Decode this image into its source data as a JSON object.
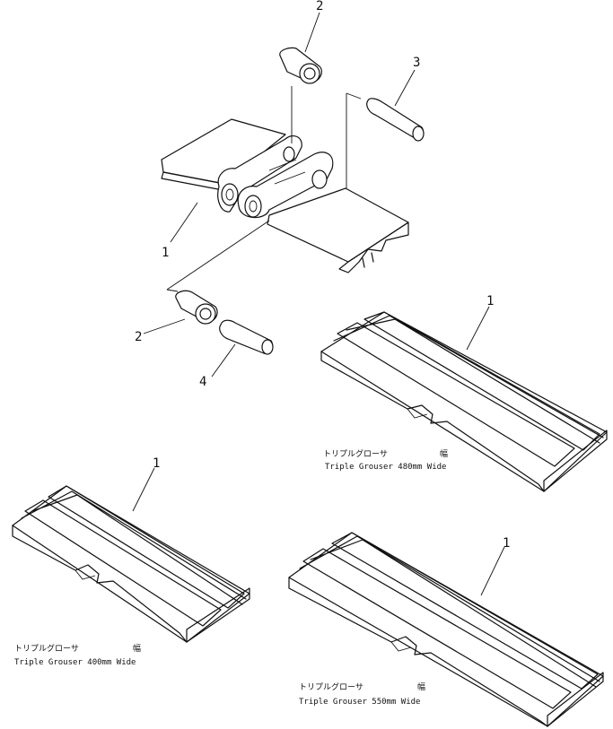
{
  "callouts": {
    "top_pin_bushing": "2",
    "top_pin": "3",
    "assembly_shoe": "1",
    "lower_bushing": "2",
    "lower_pin": "4",
    "shoe_480": "1",
    "shoe_400": "1",
    "shoe_550": "1"
  },
  "captions": {
    "shoe_480": {
      "jp": "トリプルグローサ",
      "width_jp": "幅",
      "en": "Triple Grouser 480mm Wide"
    },
    "shoe_400": {
      "jp": "トリプルグローサ",
      "width_jp": "幅",
      "en": "Triple Grouser  400mm Wide"
    },
    "shoe_550": {
      "jp": "トリプルグローサ",
      "width_jp": "幅",
      "en": "Triple Grouser  550mm Wide"
    }
  }
}
